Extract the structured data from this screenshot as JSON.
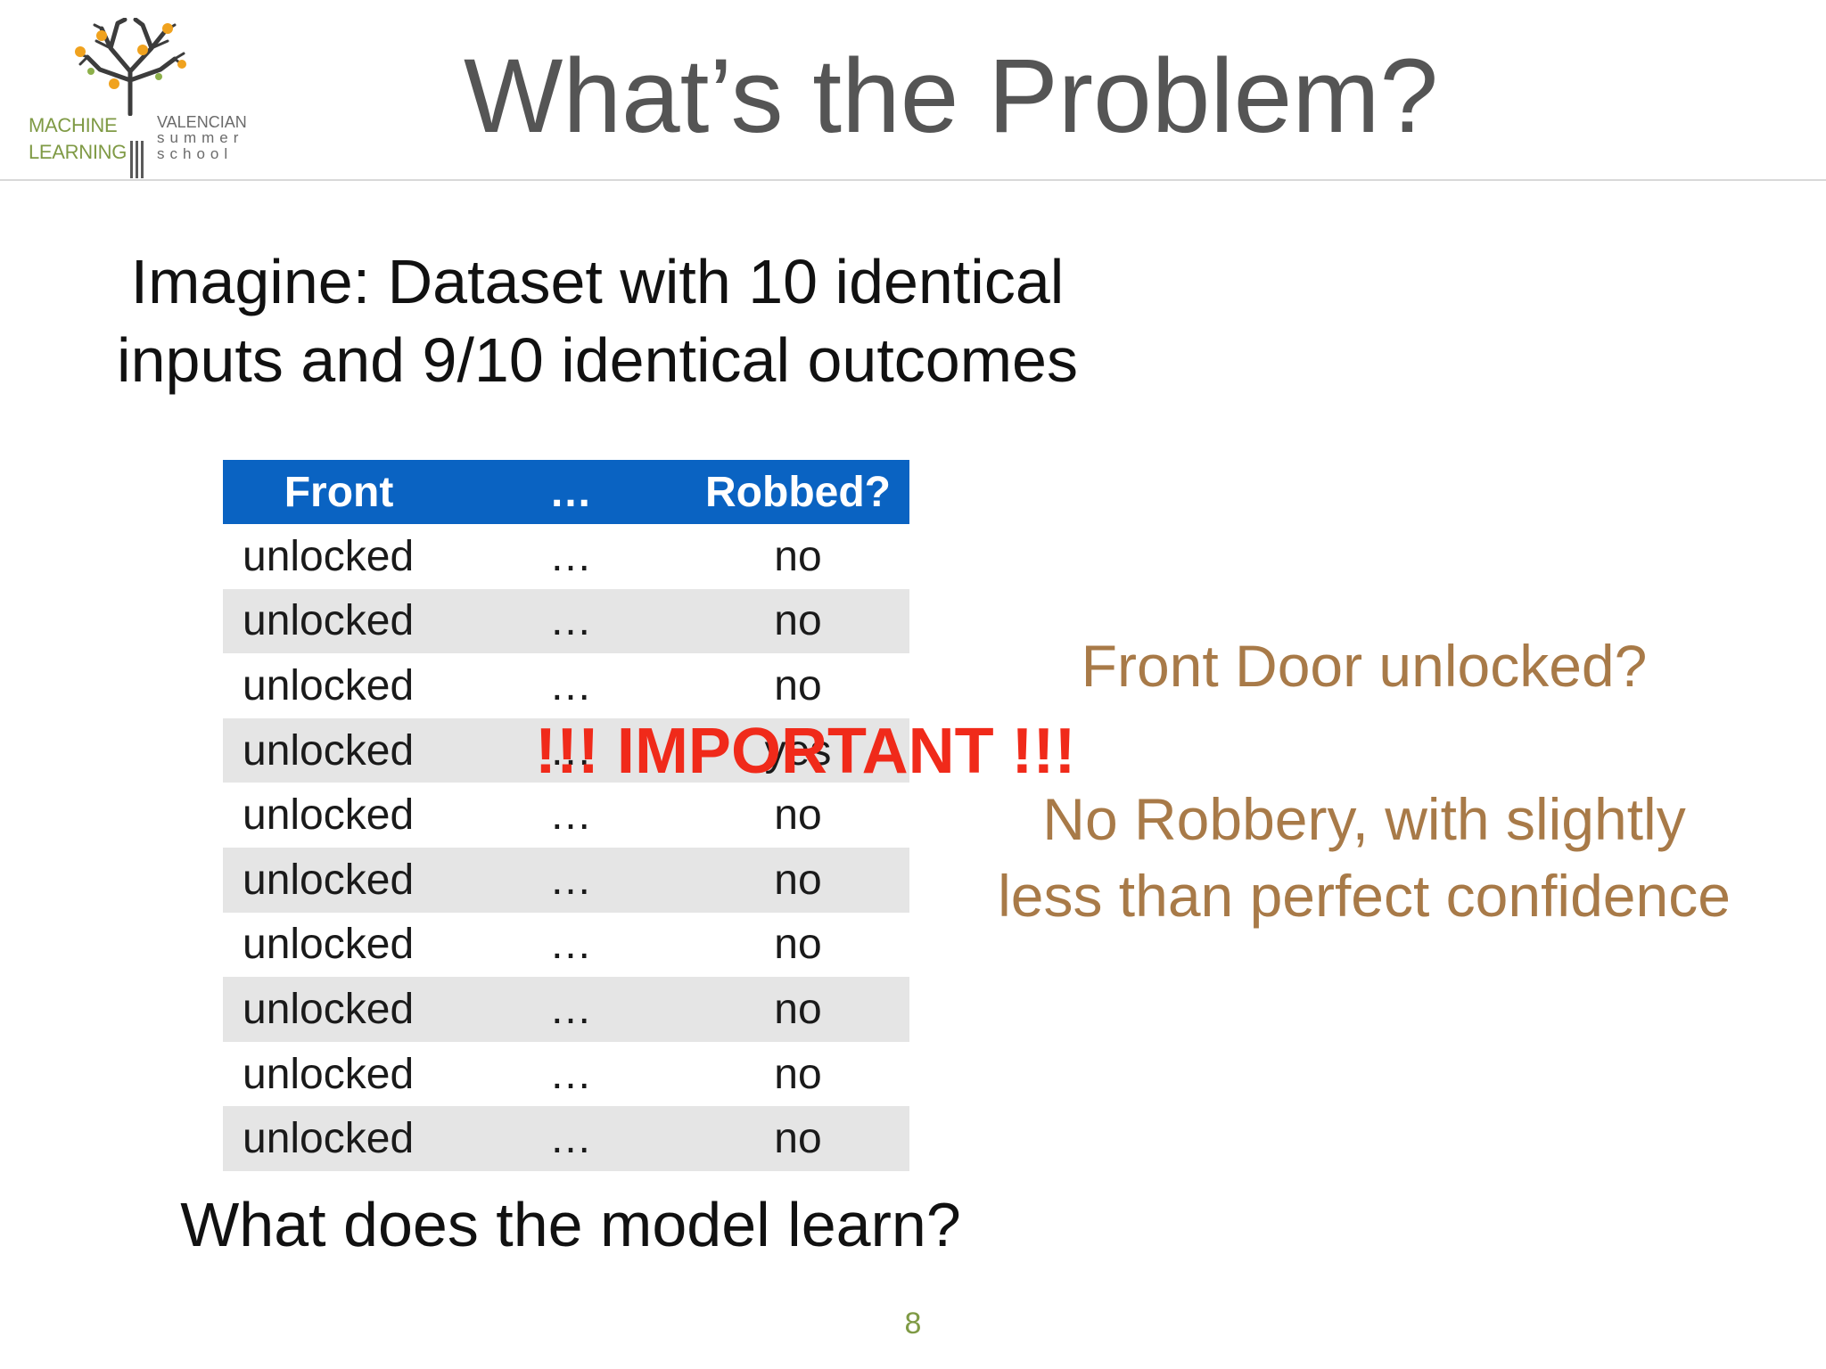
{
  "logo": {
    "left_line1": "MACHINE",
    "left_line2": "LEARNING",
    "right_line1": "VALENCIAN",
    "right_line2": "summer",
    "right_line3": "school"
  },
  "title": "What’s the Problem?",
  "intro_line1": "Imagine: Dataset with 10 identical",
  "intro_line2": "inputs and 9/10 identical outcomes",
  "table": {
    "headers": [
      "Front",
      "…",
      "Robbed?"
    ],
    "rows": [
      [
        "unlocked",
        "…",
        "no"
      ],
      [
        "unlocked",
        "…",
        "no"
      ],
      [
        "unlocked",
        "…",
        "no"
      ],
      [
        "unlocked",
        "…",
        "yes"
      ],
      [
        "unlocked",
        "…",
        "no"
      ],
      [
        "unlocked",
        "…",
        "no"
      ],
      [
        "unlocked",
        "…",
        "no"
      ],
      [
        "unlocked",
        "…",
        "no"
      ],
      [
        "unlocked",
        "…",
        "no"
      ],
      [
        "unlocked",
        "…",
        "no"
      ]
    ]
  },
  "important": "!!! IMPORTANT !!!",
  "side_question": "Front Door unlocked?",
  "side_answer_line1": "No Robbery, with slightly",
  "side_answer_line2": "less than perfect confidence",
  "bottom_question": "What does the model learn?",
  "page_number": "8",
  "colors": {
    "header_blue": "#0a63c2",
    "important_red": "#f02a1a",
    "answer_brown": "#a87a48",
    "logo_green": "#7f9a45",
    "logo_orange": "#f0a21e"
  }
}
